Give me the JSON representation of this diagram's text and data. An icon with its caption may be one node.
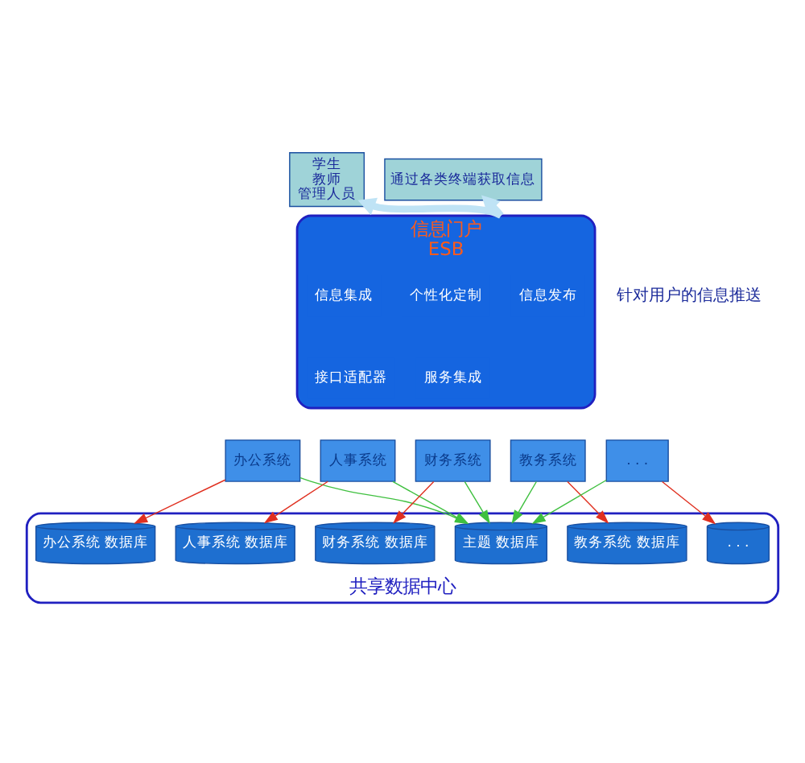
{
  "diagram": {
    "nodes": [
      {
        "text": [
          "学生",
          "教师",
          "管理人员"
        ]
      },
      {
        "text": [
          "通过各类终端获取信息"
        ]
      },
      {
        "text": [
          "信息门户",
          "ESB"
        ]
      },
      {
        "text": [
          "信息发布"
        ],
        "in": 2
      },
      {
        "text": [
          "信息集成"
        ],
        "in": 2
      },
      {
        "text": [
          "个性化定制"
        ],
        "in": 2
      },
      {
        "text": [
          "服务集成"
        ],
        "in": 2
      },
      {
        "text": [
          "接口适配器"
        ],
        "in": 2
      },
      {
        "text": [
          "办公系统"
        ]
      },
      {
        "text": [
          "人事系统"
        ]
      },
      {
        "text": [
          "财务系统"
        ]
      },
      {
        "text": [
          "教务系统"
        ]
      },
      {
        "text": [
          ". . ."
        ]
      },
      {
        "text": [
          "共享数据中心"
        ]
      },
      {
        "text": [
          "主题 数据库"
        ],
        "in": 13
      },
      {
        "text": [
          "办公系统 数据库"
        ],
        "in": 13
      },
      {
        "text": [
          "人事系统 数据库"
        ],
        "in": 13
      },
      {
        "text": [
          "财务系统 数据库"
        ],
        "in": 13
      },
      {
        "text": [
          "教务系统 数据库"
        ],
        "in": 13
      },
      {
        "text": [
          ". . ."
        ],
        "in": 13
      }
    ],
    "edges": [
      {
        "from": 2,
        "to": 0,
        "arrow": "to",
        "style": "thick",
        "color": "#bfe3f5"
      },
      {
        "from": 2,
        "to": 1,
        "arrow": "to",
        "style": "thick",
        "color": "#bfe3f5"
      },
      {
        "from": 8,
        "to": 14,
        "arrow": "to",
        "color": "#40c040"
      },
      {
        "from": 8,
        "to": 15,
        "arrow": "to",
        "color": "#e03020"
      },
      {
        "from": 9,
        "to": 14,
        "arrow": "to",
        "color": "#40c040"
      },
      {
        "from": 9,
        "to": 16,
        "arrow": "to",
        "color": "#e03020"
      },
      {
        "from": 10,
        "to": 14,
        "arrow": "to",
        "color": "#40c040"
      },
      {
        "from": 10,
        "to": 17,
        "arrow": "to",
        "color": "#e03020"
      },
      {
        "from": 11,
        "to": 14,
        "arrow": "to",
        "color": "#40c040"
      },
      {
        "from": 11,
        "to": 18,
        "arrow": "to",
        "color": "#e03020"
      },
      {
        "from": 12,
        "to": 14,
        "arrow": "to",
        "color": "#40c040"
      },
      {
        "from": 12,
        "to": 19,
        "arrow": "to",
        "color": "#e03020"
      }
    ],
    "labels": [
      "针对用户的信息推送"
    ]
  }
}
